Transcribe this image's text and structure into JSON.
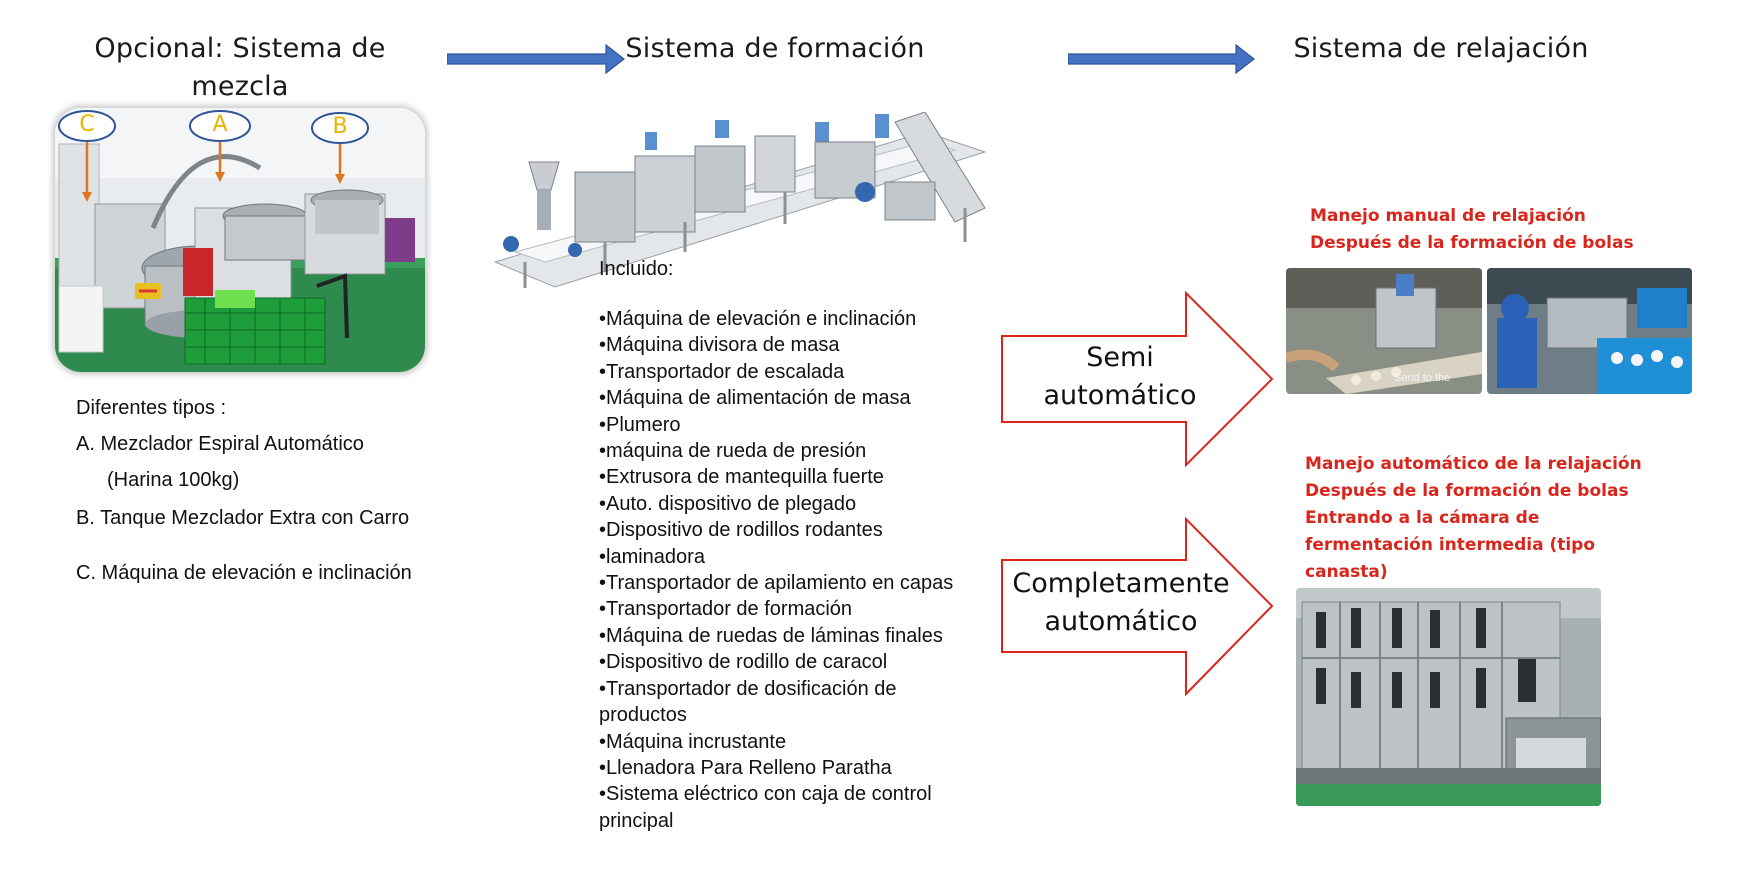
{
  "headers": {
    "mixing": "Opcional: Sistema de mezcla",
    "forming": "Sistema de formación",
    "relaxing": "Sistema de relajación"
  },
  "mixer_photo": {
    "label_c": "C",
    "label_a": "A",
    "label_b": "B"
  },
  "mixing_types": {
    "heading": "Diferentes tipos :",
    "item_a": "A.  Mezclador Espiral Automático",
    "item_a_sub": "(Harina 100kg)",
    "item_b": "B. Tanque Mezclador Extra con Carro",
    "item_c": "C. Máquina de elevación e inclinación"
  },
  "included": {
    "heading": "Incluido:",
    "items": [
      "•Máquina de elevación e inclinación",
      "•Máquina divisora de masa",
      "•Transportador de escalada",
      "•Máquina de alimentación de masa",
      "•Plumero",
      "•máquina de rueda de presión",
      "•Extrusora de mantequilla fuerte",
      "•Auto. dispositivo de plegado",
      "•Dispositivo de rodillos rodantes",
      "•laminadora",
      "•Transportador de apilamiento en capas",
      "•Transportador de formación",
      "•Máquina de ruedas de láminas finales",
      "•Dispositivo de rodillo de caracol",
      "•Transportador de dosificación de productos",
      "•Máquina incrustante",
      "•Llenadora Para Relleno Paratha",
      "•Sistema eléctrico con caja de control principal"
    ]
  },
  "big_arrows": {
    "semi_line1": "Semi",
    "semi_line2": "automático",
    "full_line1": "Completamente",
    "full_line2": "automático"
  },
  "semi_note": {
    "line1": "Manejo manual de relajación",
    "line2": "Después de la formación de bolas"
  },
  "semi_photo_caption": "Send to the",
  "full_note": {
    "line1": "Manejo automático de la relajación",
    "line2": "Después de la formación de bolas",
    "line3": "Entrando a la cámara de",
    "line4": "fermentación intermedia (tipo",
    "line5": "canasta)"
  },
  "colors": {
    "flow_arrow": "#4472c4",
    "outline_arrow": "#d9261c",
    "note_red": "#d9261c",
    "floor_green": "#2f8a4e",
    "machine_steel": "#b8bcc2"
  },
  "icons": {
    "flow_arrow_1": "right-arrow-icon",
    "flow_arrow_2": "right-arrow-icon"
  }
}
